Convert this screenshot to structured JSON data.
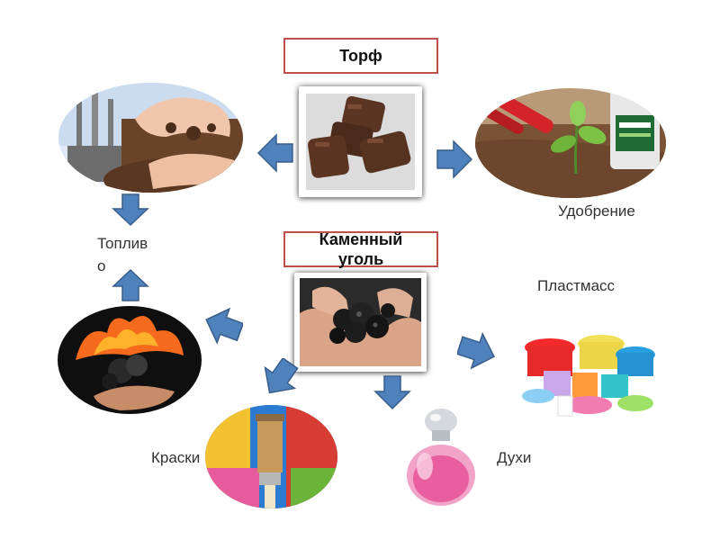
{
  "diagram": {
    "peat_title": "Торф",
    "coal_title": "Каменный уголь",
    "labels": {
      "fuel": "Топливо",
      "fertilizer": "Удобрение",
      "plastics": "Пластмасс",
      "paints": "Краски",
      "perfume": "Духи"
    },
    "images": {
      "peat_briquettes": "peat-briquettes-image",
      "coal_in_hands": "coal-in-hands-image",
      "power_plant_soil": "power-plant-soil-image",
      "seedling_fertilizer": "seedling-fertilizer-image",
      "burning_coal": "burning-coal-image",
      "paint_cans_brush": "paint-cans-brush-image",
      "perfume_bottle": "perfume-bottle-image",
      "plastic_ware": "plastic-ware-image"
    },
    "colors": {
      "title_border": "#c0504d",
      "arrow_fill": "#4f81bd",
      "arrow_stroke": "#385d8a"
    }
  }
}
